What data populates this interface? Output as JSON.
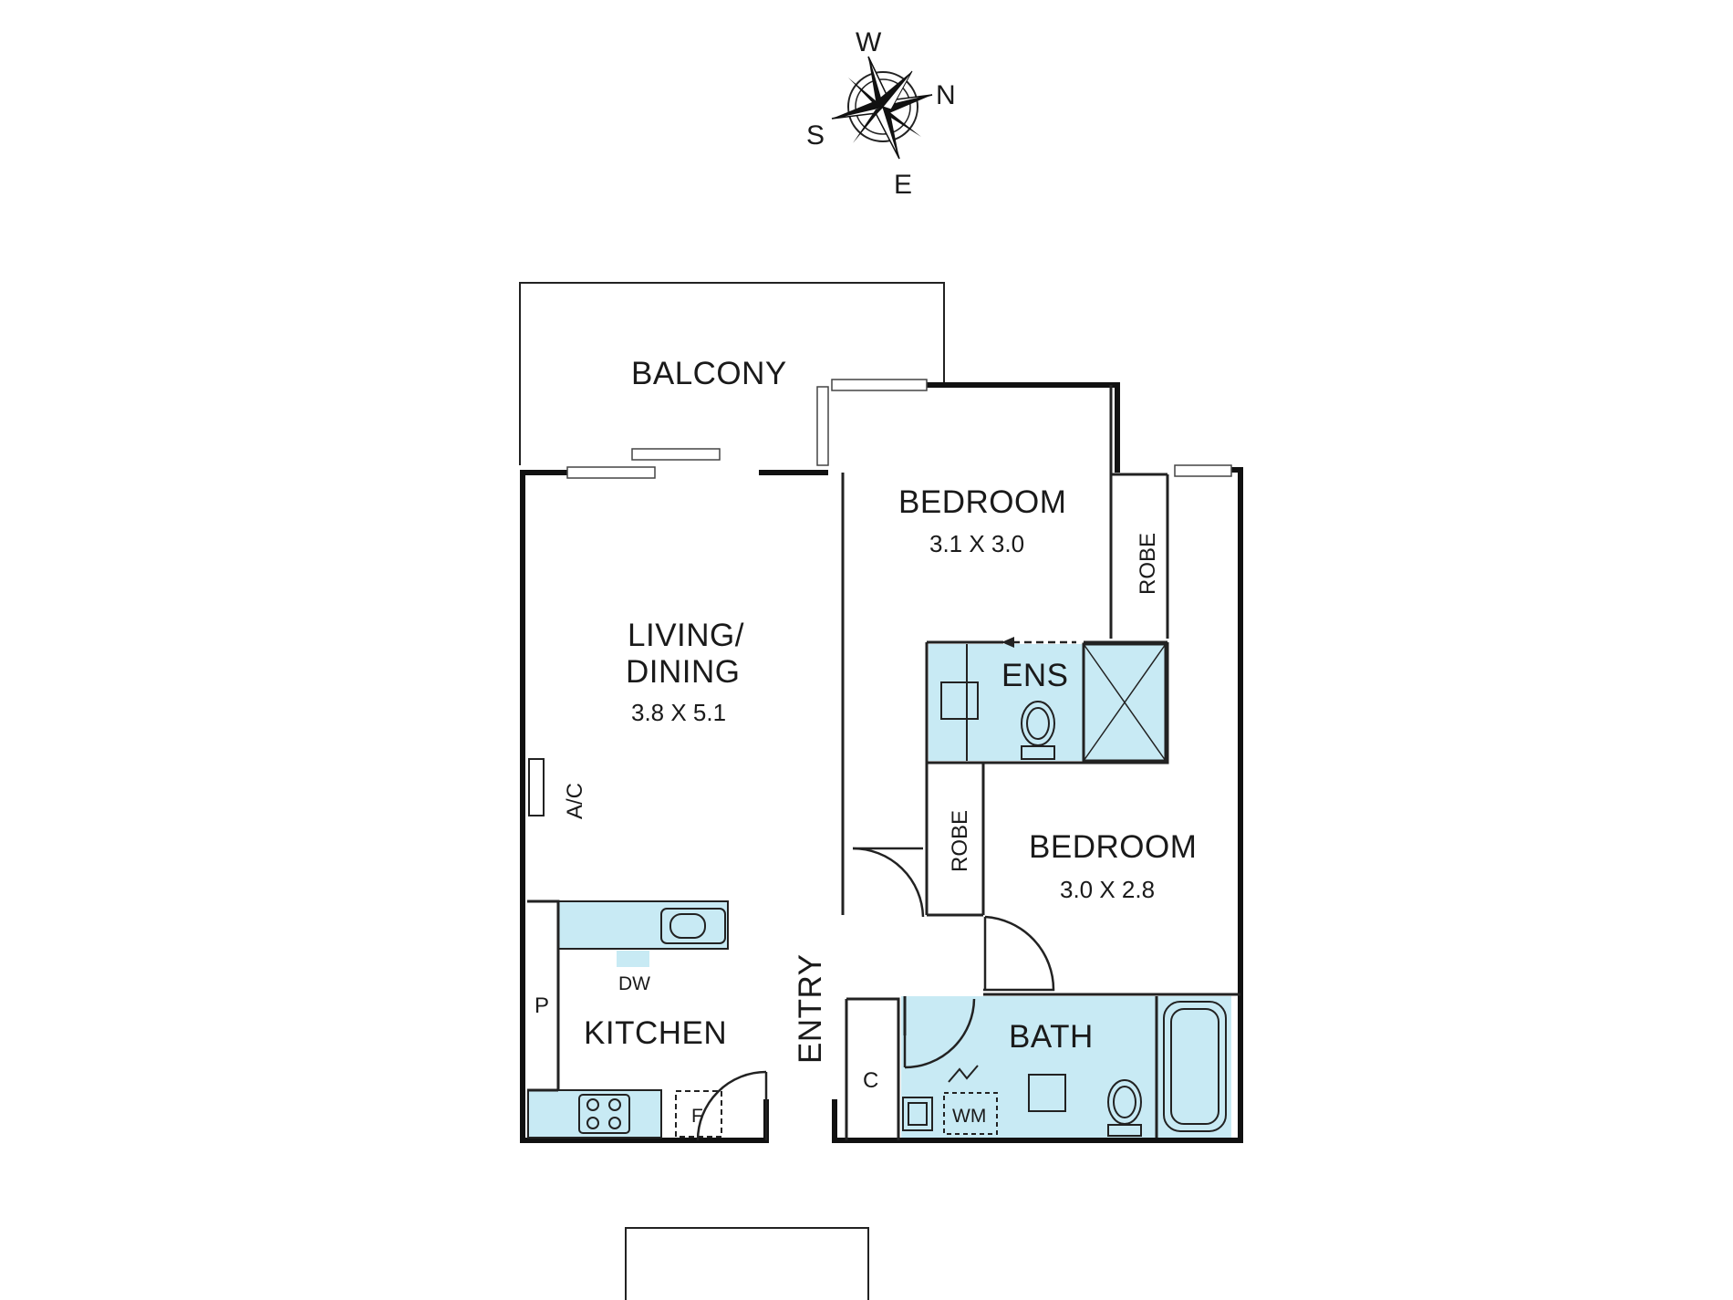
{
  "compass": {
    "w": "W",
    "n": "N",
    "s": "S",
    "e": "E"
  },
  "rooms": {
    "balcony": "BALCONY",
    "bedroom1": "BEDROOM",
    "bedroom1_dim": "3.1 X 3.0",
    "robe1": "ROBE",
    "living_line1": "LIVING/",
    "living_line2": "DINING",
    "living_dim": "3.8 X 5.1",
    "ens": "ENS",
    "ac": "A/C",
    "robe2": "ROBE",
    "bedroom2": "BEDROOM",
    "bedroom2_dim": "3.0 X 2.8",
    "dw": "DW",
    "pantry": "P",
    "kitchen": "KITCHEN",
    "entry": "ENTRY",
    "bath": "BATH",
    "cupboard": "C",
    "wm": "WM",
    "fridge": "F"
  },
  "colors": {
    "wet_area": "#c8eaf4",
    "wall": "#111111"
  }
}
